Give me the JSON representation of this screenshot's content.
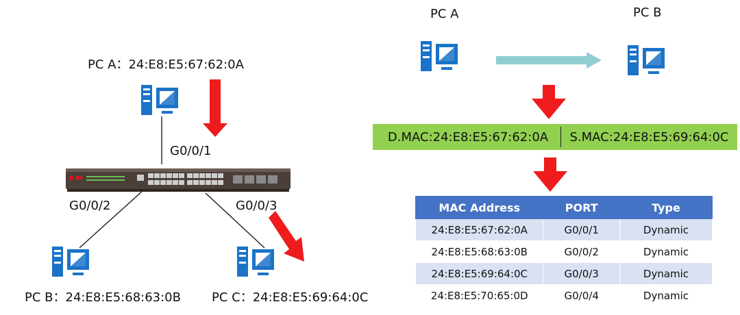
{
  "topology": {
    "pc_a_label": "PC  A：24:E8:E5:67:62:0A",
    "pc_b_label": "PC B：24:E8:E5:68:63:0B",
    "pc_c_label": "PC C：24:E8:E5:69:64:0C",
    "port_a": "G0/0/1",
    "port_b": "G0/0/2",
    "port_c": "G0/0/3"
  },
  "flow": {
    "pc_a": "PC A",
    "pc_b": "PC B",
    "dest_mac": "D.MAC:24:E8:E5:67:62:0A",
    "src_mac": "S.MAC:24:E8:E5:69:64:0C"
  },
  "mac_table": {
    "headers": [
      "MAC Address",
      "PORT",
      "Type"
    ],
    "rows": [
      [
        "24:E8:E5:67:62:0A",
        "G0/0/1",
        "Dynamic"
      ],
      [
        "24:E8:E5:68:63:0B",
        "G0/0/2",
        "Dynamic"
      ],
      [
        "24:E8:E5:69:64:0C",
        "G0/0/3",
        "Dynamic"
      ],
      [
        "24:E8:E5:70:65:0D",
        "G0/0/4",
        "Dynamic"
      ]
    ]
  },
  "colors": {
    "pc_icon": "#1b73c8",
    "arrow": "#ee1c1c",
    "flow_arrow": "#8fcfd1",
    "mac_bar": "#92d050",
    "table_header": "#4472c4",
    "table_band": "#d9e1f2"
  }
}
